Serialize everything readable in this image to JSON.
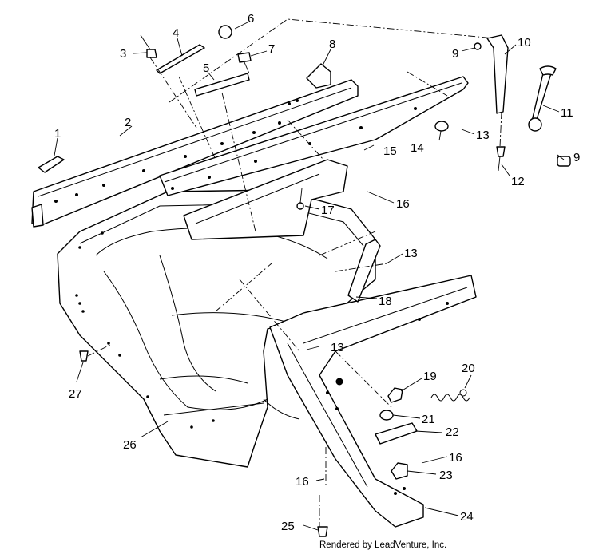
{
  "diagram": {
    "callouts": [
      {
        "id": "c1",
        "label": "1"
      },
      {
        "id": "c2",
        "label": "2"
      },
      {
        "id": "c3",
        "label": "3"
      },
      {
        "id": "c4",
        "label": "4"
      },
      {
        "id": "c5",
        "label": "5"
      },
      {
        "id": "c6",
        "label": "6"
      },
      {
        "id": "c7",
        "label": "7"
      },
      {
        "id": "c8",
        "label": "8"
      },
      {
        "id": "c9a",
        "label": "9"
      },
      {
        "id": "c9b",
        "label": "9"
      },
      {
        "id": "c10",
        "label": "10"
      },
      {
        "id": "c11",
        "label": "11"
      },
      {
        "id": "c12",
        "label": "12"
      },
      {
        "id": "c13a",
        "label": "13"
      },
      {
        "id": "c13b",
        "label": "13"
      },
      {
        "id": "c13c",
        "label": "13"
      },
      {
        "id": "c14",
        "label": "14"
      },
      {
        "id": "c15",
        "label": "15"
      },
      {
        "id": "c16a",
        "label": "16"
      },
      {
        "id": "c16b",
        "label": "16"
      },
      {
        "id": "c16c",
        "label": "16"
      },
      {
        "id": "c17",
        "label": "17"
      },
      {
        "id": "c18",
        "label": "18"
      },
      {
        "id": "c19",
        "label": "19"
      },
      {
        "id": "c20",
        "label": "20"
      },
      {
        "id": "c21",
        "label": "21"
      },
      {
        "id": "c22",
        "label": "22"
      },
      {
        "id": "c23",
        "label": "23"
      },
      {
        "id": "c24",
        "label": "24"
      },
      {
        "id": "c25",
        "label": "25"
      },
      {
        "id": "c26",
        "label": "26"
      },
      {
        "id": "c27",
        "label": "27"
      }
    ]
  },
  "watermark": "LEADVENTURE",
  "footer": {
    "credit": "Rendered by LeadVenture, Inc."
  }
}
